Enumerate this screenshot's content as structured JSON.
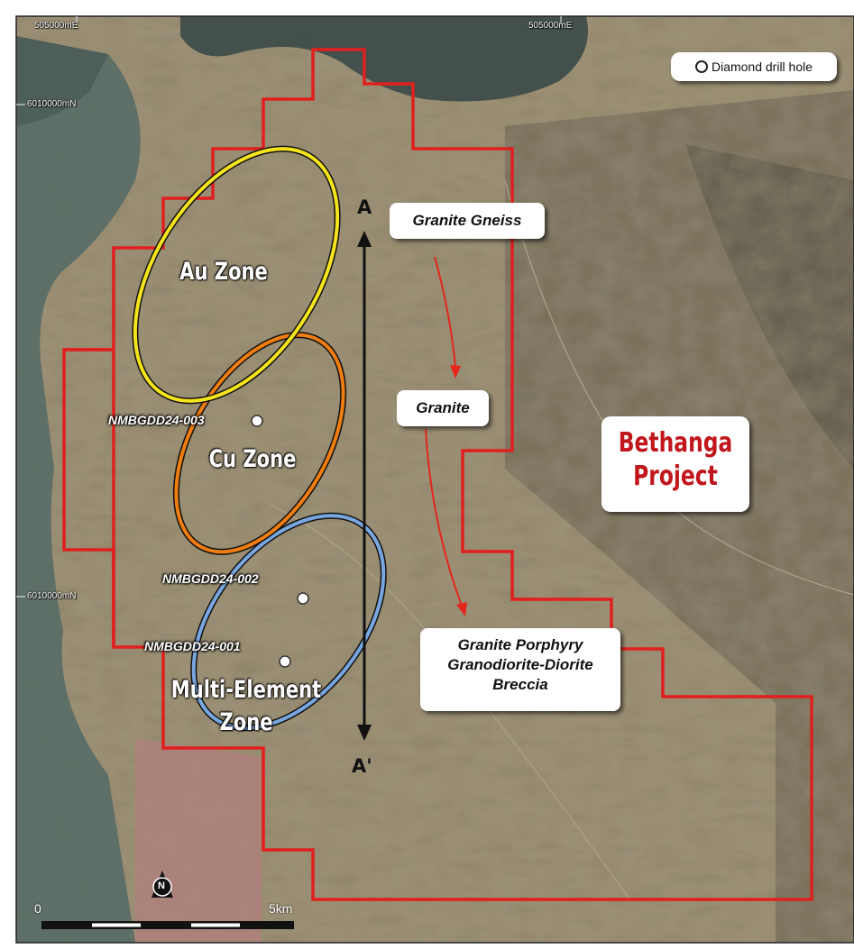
{
  "legend": {
    "marker_label": "Diamond drill hole"
  },
  "title": {
    "line1": "Bethanga",
    "line2": "Project"
  },
  "zones": {
    "au": "Au Zone",
    "cu": "Cu Zone",
    "multi_line1": "Multi-Element",
    "multi_line2": "Zone"
  },
  "lithology": {
    "top": "Granite Gneiss",
    "middle": "Granite",
    "bottom_line1": "Granite Porphyry",
    "bottom_line2": "Granodiorite-Diorite",
    "bottom_line3": "Breccia"
  },
  "drill_holes": [
    {
      "id": "NMBGDD24-003"
    },
    {
      "id": "NMBGDD24-002"
    },
    {
      "id": "NMBGDD24-001"
    }
  ],
  "section_line": {
    "start": "A",
    "end": "A'"
  },
  "grid": {
    "easting_left": "505000mE",
    "easting_right": "505000mE",
    "northing_top": "6010000mN",
    "northing_mid": "6010000mN"
  },
  "north_arrow": {
    "label": "N"
  },
  "scale_bar": {
    "start": "0",
    "end": "5km"
  },
  "colors": {
    "tenement_boundary": "#e01f1f",
    "au_zone": "#f5e31c",
    "cu_zone": "#f07d10",
    "multi_zone": "#7aa6e0",
    "title_text": "#c0161c",
    "trend_arrow": "#e4261c"
  }
}
